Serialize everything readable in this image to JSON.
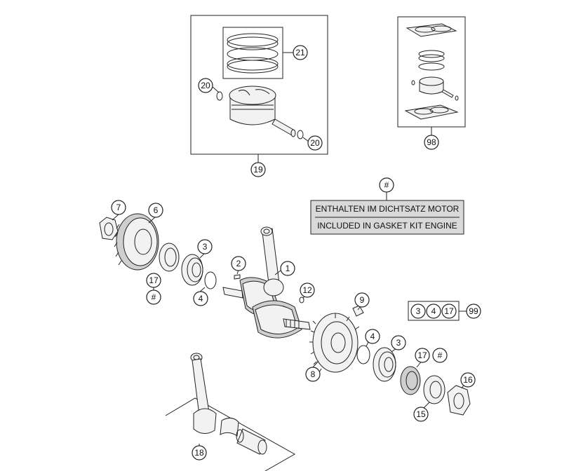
{
  "note": {
    "line_de": "ENTHALTEN IM DICHTSATZ MOTOR",
    "line_en": "INCLUDED IN GASKET KIT ENGINE",
    "marker": "#"
  },
  "callouts": {
    "c1": "1",
    "c2": "2",
    "c3a": "3",
    "c3b": "3",
    "c4a": "4",
    "c4b": "4",
    "c6": "6",
    "c7": "7",
    "c8": "8",
    "c9": "9",
    "c12": "12",
    "c15": "15",
    "c16": "16",
    "c17a": "17",
    "c17b": "17",
    "c18": "18",
    "c19": "19",
    "c20a": "20",
    "c20b": "20",
    "c21": "21",
    "c98": "98",
    "c99": "99",
    "hash_a": "#",
    "hash_b": "#",
    "hash_c": "#"
  },
  "kit_group": {
    "items": [
      "3",
      "4",
      "17"
    ],
    "total": "99"
  }
}
